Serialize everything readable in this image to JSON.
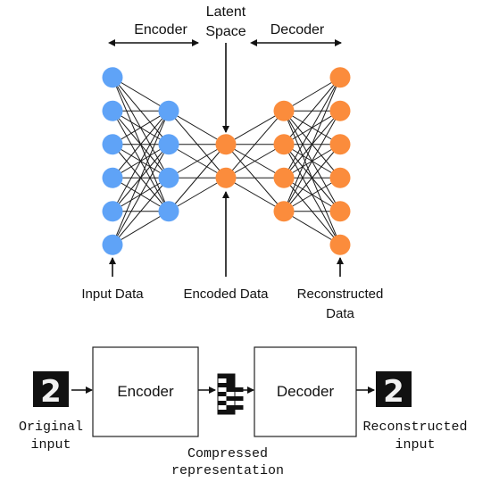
{
  "top_diagram": {
    "labels": {
      "encoder": "Encoder",
      "latent_line1": "Latent",
      "latent_line2": "Space",
      "decoder": "Decoder",
      "input_data": "Input Data",
      "encoded_data": "Encoded Data",
      "reconstructed_line1": "Reconstructed",
      "reconstructed_line2": "Data"
    },
    "layers": [
      {
        "nodes": 6,
        "color": "#5fa3f7"
      },
      {
        "nodes": 4,
        "color": "#5fa3f7"
      },
      {
        "nodes": 2,
        "color": "#fb8c3c"
      },
      {
        "nodes": 4,
        "color": "#fb8c3c"
      },
      {
        "nodes": 6,
        "color": "#fb8c3c"
      }
    ]
  },
  "bottom_diagram": {
    "original_line1": "Original",
    "original_line2": "input",
    "encoder_box": "Encoder",
    "compressed_line1": "Compressed",
    "compressed_line2": "representation",
    "decoder_box": "Decoder",
    "reconstructed_line1": "Reconstructed",
    "reconstructed_line2": "input",
    "digit": "2"
  }
}
